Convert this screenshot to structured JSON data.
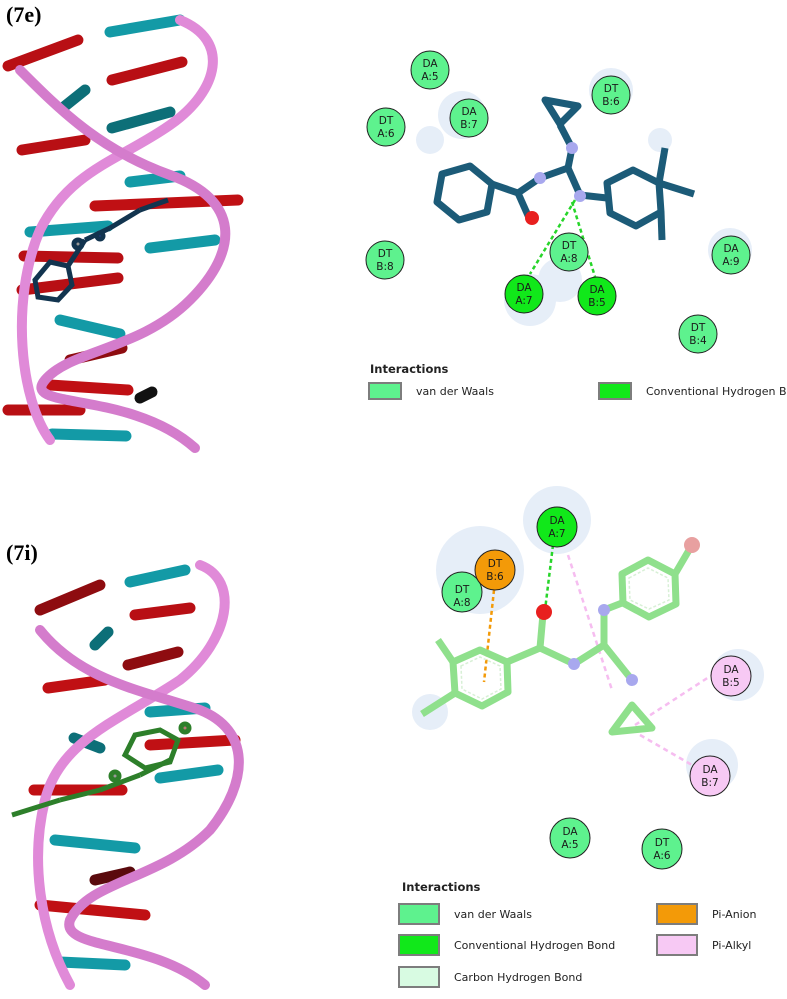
{
  "panels": [
    {
      "label": "(7e)",
      "ligand_color": "#1c5b78",
      "residues": [
        {
          "name": "DA",
          "id": "A:5",
          "type": "vdw"
        },
        {
          "name": "DT",
          "id": "B:6",
          "type": "vdw"
        },
        {
          "name": "DT",
          "id": "A:6",
          "type": "vdw"
        },
        {
          "name": "DA",
          "id": "B:7",
          "type": "vdw"
        },
        {
          "name": "DT",
          "id": "B:8",
          "type": "vdw"
        },
        {
          "name": "DT",
          "id": "A:8",
          "type": "vdw"
        },
        {
          "name": "DA",
          "id": "A:9",
          "type": "vdw"
        },
        {
          "name": "DA",
          "id": "A:7",
          "type": "hbond"
        },
        {
          "name": "DA",
          "id": "B:5",
          "type": "hbond"
        },
        {
          "name": "DT",
          "id": "B:4",
          "type": "vdw"
        }
      ],
      "legend": {
        "title": "Interactions",
        "items": [
          {
            "label": "van der Waals",
            "color": "#5ef28e"
          },
          {
            "label": "Conventional Hydrogen Bond",
            "color": "#11e81a"
          }
        ]
      }
    },
    {
      "label": "(7i)",
      "ligand_color": "#8fe08c",
      "residues": [
        {
          "name": "DA",
          "id": "A:7",
          "type": "hbond"
        },
        {
          "name": "DT",
          "id": "B:6",
          "type": "pianion"
        },
        {
          "name": "DT",
          "id": "A:8",
          "type": "vdw"
        },
        {
          "name": "DA",
          "id": "B:5",
          "type": "pialkyl"
        },
        {
          "name": "DA",
          "id": "B:7",
          "type": "pialkyl"
        },
        {
          "name": "DA",
          "id": "A:5",
          "type": "vdw"
        },
        {
          "name": "DT",
          "id": "A:6",
          "type": "vdw"
        }
      ],
      "legend": {
        "title": "Interactions",
        "items": [
          {
            "label": "van der Waals",
            "color": "#5ef28e"
          },
          {
            "label": "Pi-Anion",
            "color": "#f39a08"
          },
          {
            "label": "Conventional Hydrogen Bond",
            "color": "#11e81a"
          },
          {
            "label": "Pi-Alkyl",
            "color": "#f7c9f4"
          },
          {
            "label": "Carbon Hydrogen Bond",
            "color": "#d8fbe2"
          }
        ]
      }
    }
  ]
}
